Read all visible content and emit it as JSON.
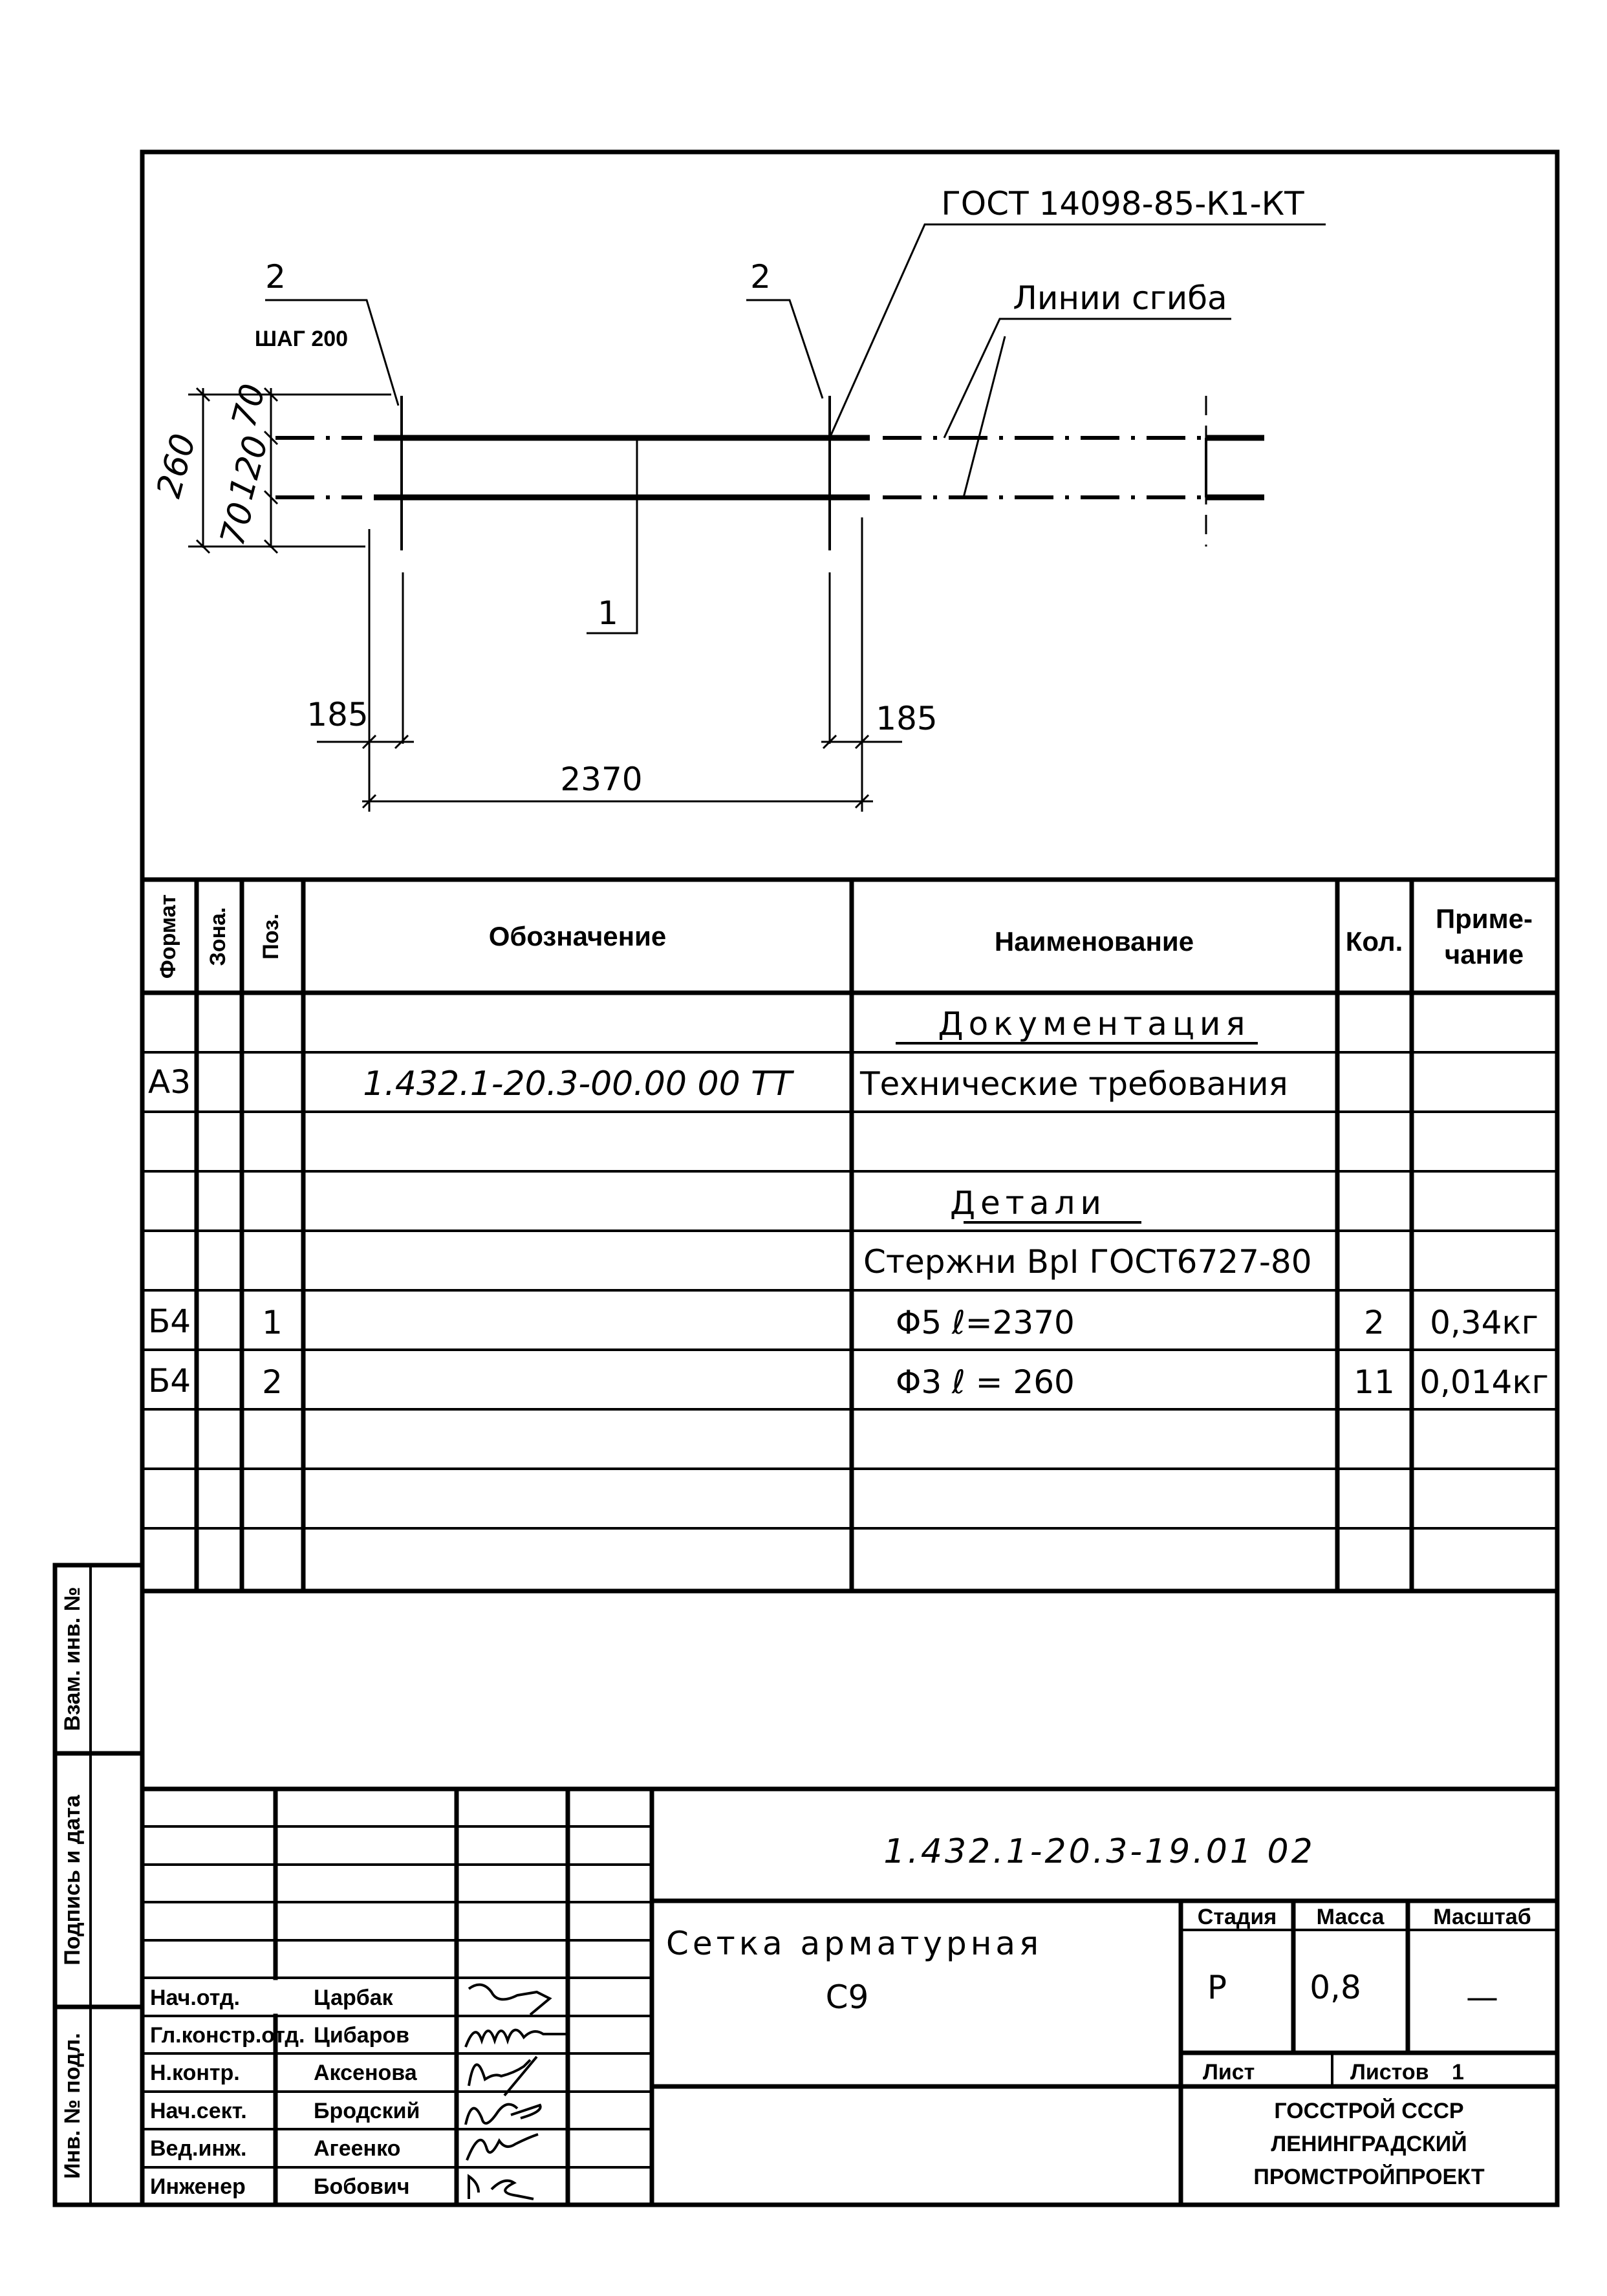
{
  "drawing": {
    "gost_label": "ГОСТ 14098-85-К1-КТ",
    "bend_lines_label": "Линии сгиба",
    "pos_left": "2",
    "pos_right": "2",
    "pos_bar": "1",
    "step_label": "ШАГ 200",
    "dim_total_height": "260",
    "dim_top": "70",
    "dim_mid": "120",
    "dim_bottom": "70",
    "dim_left_offset": "185",
    "dim_right_offset": "185",
    "dim_length": "2370"
  },
  "spec": {
    "headers": {
      "format": "Формат",
      "zone": "Зона.",
      "pos": "Поз.",
      "designation": "Обозначение",
      "name": "Наименование",
      "qty": "Кол.",
      "note_1": "Приме-",
      "note_2": "чание"
    },
    "rows": [
      {
        "format": "",
        "pos": "",
        "designation": "",
        "name": "Документация",
        "qty": "",
        "note": ""
      },
      {
        "format": "А3",
        "pos": "",
        "designation": "1.432.1-20.3-00.00 00 ТТ",
        "name": "Технические требования",
        "qty": "",
        "note": ""
      },
      {
        "format": "",
        "pos": "",
        "designation": "",
        "name": "",
        "qty": "",
        "note": ""
      },
      {
        "format": "",
        "pos": "",
        "designation": "",
        "name": "Детали",
        "qty": "",
        "note": ""
      },
      {
        "format": "",
        "pos": "",
        "designation": "",
        "name": "Стержни ВрI ГОСТ6727-80",
        "qty": "",
        "note": ""
      },
      {
        "format": "Б4",
        "pos": "1",
        "designation": "",
        "name": "Φ5   ℓ=2370",
        "qty": "2",
        "note": "0,34кг"
      },
      {
        "format": "Б4",
        "pos": "2",
        "designation": "",
        "name": "Φ3   ℓ = 260",
        "qty": "11",
        "note": "0,014кг"
      },
      {
        "format": "",
        "pos": "",
        "designation": "",
        "name": "",
        "qty": "",
        "note": ""
      },
      {
        "format": "",
        "pos": "",
        "designation": "",
        "name": "",
        "qty": "",
        "note": ""
      },
      {
        "format": "",
        "pos": "",
        "designation": "",
        "name": "",
        "qty": "",
        "note": ""
      }
    ]
  },
  "side_stamp": {
    "replaced_inv": "Взам. инв. №",
    "sign_date": "Подпись и дата",
    "orig_inv": "Инв. № подл."
  },
  "title_block": {
    "designation": "1.432.1-20.3-19.01 02",
    "name_line1": "Сетка арматурная",
    "name_line2": "С9",
    "stage_label": "Стадия",
    "mass_label": "Масса",
    "scale_label": "Масштаб",
    "stage": "Р",
    "mass": "0,8",
    "scale": "—",
    "sheet_label": "Лист",
    "sheets_label": "Листов",
    "sheets": "1",
    "org_1": "ГОССТРОЙ СССР",
    "org_2": "ЛЕНИНГРАДСКИЙ",
    "org_3": "ПРОМСТРОЙПРОЕКТ",
    "staff": [
      {
        "role": "Нач.отд.",
        "name": "Царбак"
      },
      {
        "role": "Гл.констр.отд.",
        "name": "Цибаров"
      },
      {
        "role": "Н.контр.",
        "name": "Аксенова"
      },
      {
        "role": "Нач.сект.",
        "name": "Бродский"
      },
      {
        "role": "Вед.инж.",
        "name": "Агеенко"
      },
      {
        "role": "Инженер",
        "name": "Бобович"
      }
    ]
  }
}
